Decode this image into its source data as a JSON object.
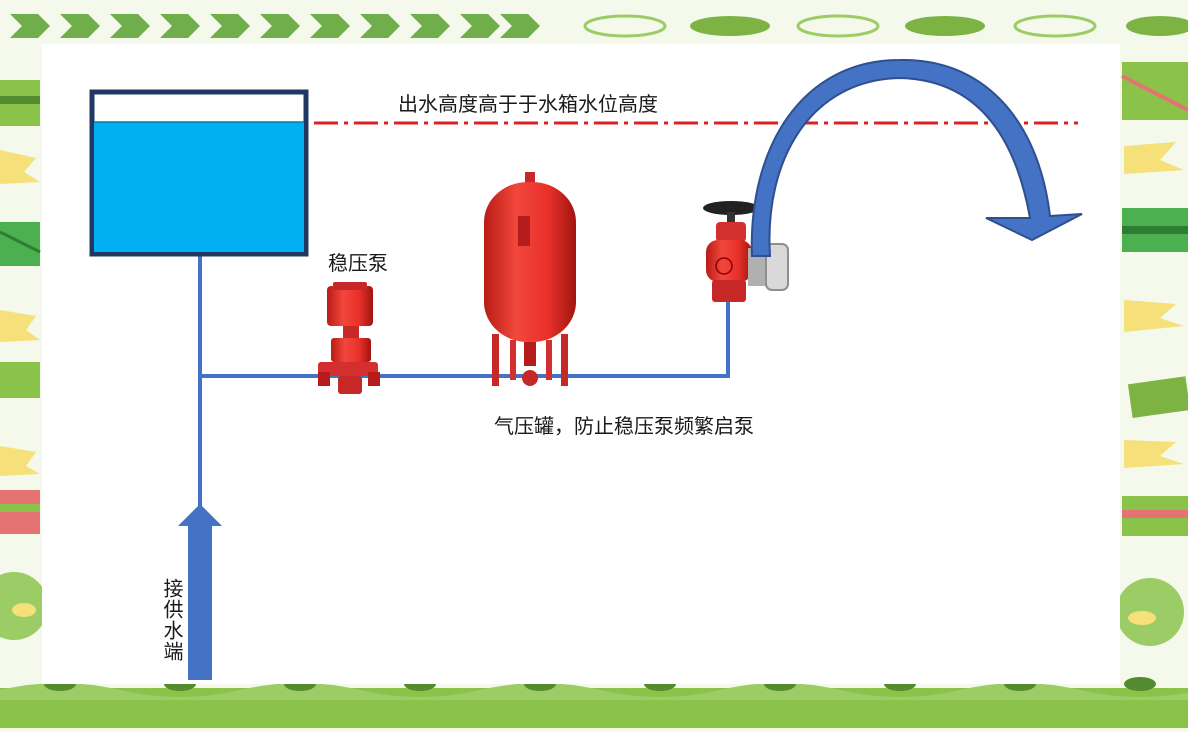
{
  "diagram": {
    "labels": {
      "height_note": "出水高度高于于水箱水位高度",
      "pressure_pump": "稳压泵",
      "pressure_tank": "气压罐，防止稳压泵频繁启泵",
      "supply_inlet": "接供水端"
    },
    "colors": {
      "water": "#00b0f0",
      "pipe": "#4472c4",
      "equipment_red": "#e8302a",
      "dash_line": "#e02020",
      "frame_green": "#7cb342"
    },
    "icons": [
      "water-tank-icon",
      "pressure-pump-icon",
      "pressure-tank-icon",
      "fire-hydrant-valve-icon",
      "flow-arrow-icon"
    ]
  }
}
